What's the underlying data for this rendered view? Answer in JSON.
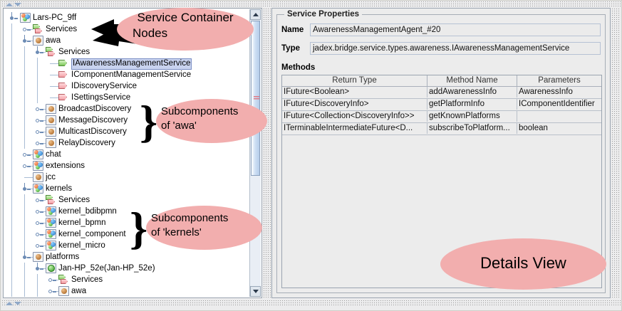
{
  "window": {
    "left_panel_name": "component-tree",
    "right_panel_name": "service-details"
  },
  "tree": {
    "root_label": "Lars-PC_9ff",
    "nodes": [
      {
        "id": "root",
        "label": "Lars-PC_9ff",
        "depth": 0,
        "icon": "platform-balls-icon",
        "handle": "expanded",
        "selected": false
      },
      {
        "id": "root-svcs",
        "label": "Services",
        "depth": 1,
        "icon": "services-folder-icon",
        "handle": "collapsed",
        "selected": false
      },
      {
        "id": "awa",
        "label": "awa",
        "depth": 1,
        "icon": "agent-ball-icon",
        "handle": "expanded",
        "selected": false
      },
      {
        "id": "awa-svcs",
        "label": "Services",
        "depth": 2,
        "icon": "services-folder-icon",
        "handle": "expanded",
        "selected": false
      },
      {
        "id": "svc1",
        "label": "IAwarenessManagementService",
        "depth": 3,
        "icon": "service-green-icon",
        "handle": "none",
        "selected": true
      },
      {
        "id": "svc2",
        "label": "IComponentManagementService",
        "depth": 3,
        "icon": "service-pink-icon",
        "handle": "none",
        "selected": false
      },
      {
        "id": "svc3",
        "label": "IDiscoveryService",
        "depth": 3,
        "icon": "service-pink-icon",
        "handle": "none",
        "selected": false
      },
      {
        "id": "svc4",
        "label": "ISettingsService",
        "depth": 3,
        "icon": "service-pink-icon",
        "handle": "none",
        "selected": false
      },
      {
        "id": "bd",
        "label": "BroadcastDiscovery",
        "depth": 2,
        "icon": "agent-ball-icon",
        "handle": "collapsed",
        "selected": false
      },
      {
        "id": "md",
        "label": "MessageDiscovery",
        "depth": 2,
        "icon": "agent-ball-icon",
        "handle": "collapsed",
        "selected": false
      },
      {
        "id": "mcd",
        "label": "MulticastDiscovery",
        "depth": 2,
        "icon": "agent-ball-icon",
        "handle": "collapsed",
        "selected": false
      },
      {
        "id": "rd",
        "label": "RelayDiscovery",
        "depth": 2,
        "icon": "agent-ball-icon",
        "handle": "collapsed",
        "selected": false
      },
      {
        "id": "chat",
        "label": "chat",
        "depth": 1,
        "icon": "platform-balls-icon",
        "handle": "collapsed",
        "selected": false
      },
      {
        "id": "extensions",
        "label": "extensions",
        "depth": 1,
        "icon": "platform-balls-icon",
        "handle": "collapsed",
        "selected": false
      },
      {
        "id": "jcc",
        "label": "jcc",
        "depth": 1,
        "icon": "agent-ball-icon",
        "handle": "none",
        "selected": false
      },
      {
        "id": "kernels",
        "label": "kernels",
        "depth": 1,
        "icon": "platform-balls-icon",
        "handle": "expanded",
        "selected": false
      },
      {
        "id": "k-svcs",
        "label": "Services",
        "depth": 2,
        "icon": "services-folder-icon",
        "handle": "collapsed",
        "selected": false
      },
      {
        "id": "k1",
        "label": "kernel_bdibpmn",
        "depth": 2,
        "icon": "platform-balls-icon",
        "handle": "collapsed",
        "selected": false
      },
      {
        "id": "k2",
        "label": "kernel_bpmn",
        "depth": 2,
        "icon": "platform-balls-icon",
        "handle": "collapsed",
        "selected": false
      },
      {
        "id": "k3",
        "label": "kernel_component",
        "depth": 2,
        "icon": "platform-balls-icon",
        "handle": "collapsed",
        "selected": false
      },
      {
        "id": "k4",
        "label": "kernel_micro",
        "depth": 2,
        "icon": "platform-balls-icon",
        "handle": "collapsed",
        "selected": false
      },
      {
        "id": "platforms",
        "label": "platforms",
        "depth": 1,
        "icon": "agent-ball-icon",
        "handle": "expanded",
        "selected": false
      },
      {
        "id": "janhp",
        "label": "Jan-HP_52e(Jan-HP_52e)",
        "depth": 2,
        "icon": "remote-platform-globe-icon",
        "handle": "expanded",
        "selected": false
      },
      {
        "id": "jan-svcs",
        "label": "Services",
        "depth": 3,
        "icon": "services-folder-icon",
        "handle": "collapsed",
        "selected": false
      },
      {
        "id": "jan-awa",
        "label": "awa",
        "depth": 3,
        "icon": "agent-ball-icon",
        "handle": "collapsed",
        "selected": false
      }
    ]
  },
  "details": {
    "group_title": "Service Properties",
    "name_label": "Name",
    "name_value": "AwarenessManagementAgent_#20",
    "type_label": "Type",
    "type_value": "jadex.bridge.service.types.awareness.IAwarenessManagementService",
    "methods_label": "Methods",
    "table": {
      "columns": [
        "Return Type",
        "Method Name",
        "Parameters"
      ],
      "rows": [
        [
          "IFuture<Boolean>",
          "addAwarenessInfo",
          "AwarenessInfo"
        ],
        [
          "IFuture<DiscoveryInfo>",
          "getPlatformInfo",
          "IComponentIdentifier"
        ],
        [
          "IFuture<Collection<DiscoveryInfo>>",
          "getKnownPlatforms",
          ""
        ],
        [
          "ITerminableIntermediateFuture<D...",
          "subscribeToPlatform...",
          "boolean"
        ]
      ]
    }
  },
  "annotations": {
    "callout_service_containers": "Service Container\nNodes",
    "callout_service_containers_line1": "Service Container",
    "callout_service_containers_line2": "Nodes",
    "callout_awa_line1": "Subcomponents",
    "callout_awa_line2": "of 'awa'",
    "callout_kernels_line1": "Subcomponents",
    "callout_kernels_line2": "of 'kernels'",
    "callout_details": "Details View",
    "brace_glyph": "}",
    "ellipse_color": "#f2aeae",
    "arrow_color": "#000000"
  },
  "scrollbar": {
    "up_arrow": "scroll-up-arrow",
    "down_arrow": "scroll-down-arrow"
  }
}
